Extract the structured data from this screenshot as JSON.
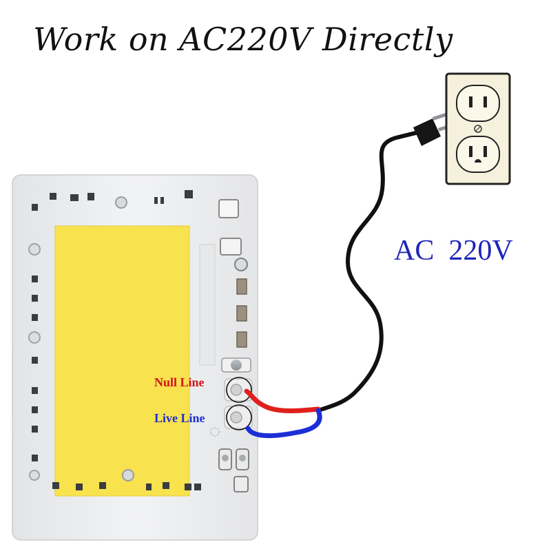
{
  "title": "Work on AC220V Directly",
  "ac_label": "AC  220V",
  "null_line_label": "Null Line",
  "live_line_label": "Live Line",
  "colors": {
    "null_wire": "#e0201c",
    "live_wire": "#1c2fd6",
    "ac_text": "#1f25b8",
    "power_cord": "#111111",
    "led_panel": "#f8e24e",
    "board": "#eceef0"
  },
  "icons": [
    "wall-outlet-icon",
    "power-plug-icon",
    "led-chip-board-icon"
  ]
}
